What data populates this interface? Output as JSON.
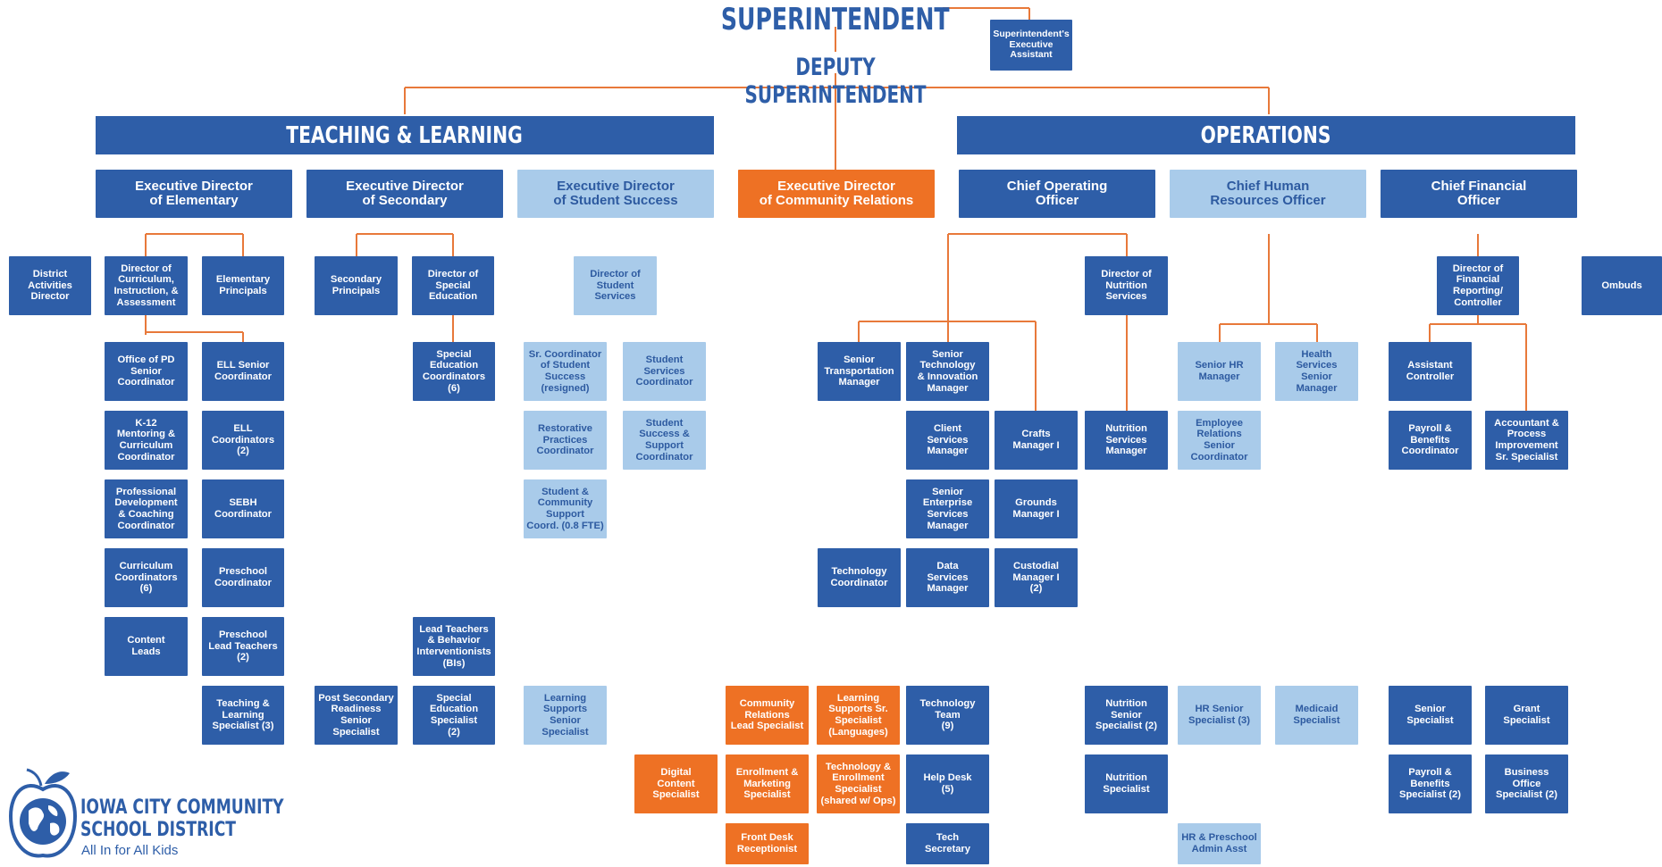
{
  "titles": {
    "superintendent": "SUPERINTENDENT",
    "deputy": "DEPUTY SUPERINTENDENT"
  },
  "divisions": {
    "teaching": "TEACHING & LEARNING",
    "operations": "OPERATIONS"
  },
  "logo": {
    "line1": "IOWA CITY COMMUNITY",
    "line2": "SCHOOL DISTRICT",
    "tagline": "All In for All Kids"
  },
  "colors": {
    "dark_blue": "#2e5ea8",
    "light_blue": "#a9cbea",
    "orange": "#ee7124",
    "connector": "#e8793a"
  },
  "boxes": [
    {
      "id": "exec-assistant",
      "label": "Superintendent's\nExecutive\nAssistant",
      "color": "dark"
    },
    {
      "id": "ed-elementary",
      "label": "Executive Director\nof Elementary",
      "color": "dark",
      "size": "lvl2"
    },
    {
      "id": "ed-secondary",
      "label": "Executive Director\nof Secondary",
      "color": "dark",
      "size": "lvl2"
    },
    {
      "id": "ed-student-success",
      "label": "Executive Director\nof Student Success",
      "color": "light",
      "size": "lvl2"
    },
    {
      "id": "ed-community",
      "label": "Executive Director\nof Community Relations",
      "color": "orange",
      "size": "lvl2"
    },
    {
      "id": "coo",
      "label": "Chief Operating\nOfficer",
      "color": "dark",
      "size": "lvl2"
    },
    {
      "id": "chro",
      "label": "Chief Human\nResources Officer",
      "color": "light",
      "size": "lvl2"
    },
    {
      "id": "cfo",
      "label": "Chief Financial\nOfficer",
      "color": "dark",
      "size": "lvl2"
    },
    {
      "id": "district-activities",
      "label": "District\nActivities\nDirector",
      "color": "dark"
    },
    {
      "id": "dir-cia",
      "label": "Director of\nCurriculum,\nInstruction, &\nAssessment",
      "color": "dark"
    },
    {
      "id": "elem-principals",
      "label": "Elementary\nPrincipals",
      "color": "dark"
    },
    {
      "id": "sec-principals",
      "label": "Secondary\nPrincipals",
      "color": "dark"
    },
    {
      "id": "dir-sped",
      "label": "Director of\nSpecial\nEducation",
      "color": "dark"
    },
    {
      "id": "dir-student-services",
      "label": "Director of\nStudent\nServices",
      "color": "light"
    },
    {
      "id": "dir-nutrition",
      "label": "Director of\nNutrition\nServices",
      "color": "dark"
    },
    {
      "id": "dir-fin-reporting",
      "label": "Director of\nFinancial\nReporting/\nController",
      "color": "dark"
    },
    {
      "id": "ombuds",
      "label": "Ombuds",
      "color": "dark"
    },
    {
      "id": "pd-senior-coord",
      "label": "Office of PD\nSenior\nCoordinator",
      "color": "dark"
    },
    {
      "id": "ell-senior-coord",
      "label": "ELL Senior\nCoordinator",
      "color": "dark"
    },
    {
      "id": "k12-mentoring",
      "label": "K-12\nMentoring &\nCurriculum\nCoordinator",
      "color": "dark"
    },
    {
      "id": "ell-coords",
      "label": "ELL\nCoordinators\n(2)",
      "color": "dark"
    },
    {
      "id": "pd-coaching",
      "label": "Professional\nDevelopment\n& Coaching\nCoordinator",
      "color": "dark"
    },
    {
      "id": "sebh-coord",
      "label": "SEBH\nCoordinator",
      "color": "dark"
    },
    {
      "id": "curriculum-coords",
      "label": "Curriculum\nCoordinators\n(6)",
      "color": "dark"
    },
    {
      "id": "preschool-coord",
      "label": "Preschool\nCoordinator",
      "color": "dark"
    },
    {
      "id": "content-leads",
      "label": "Content\nLeads",
      "color": "dark"
    },
    {
      "id": "preschool-lead-teachers",
      "label": "Preschool\nLead Teachers\n(2)",
      "color": "dark"
    },
    {
      "id": "tl-specialist",
      "label": "Teaching &\nLearning\nSpecialist (3)",
      "color": "dark"
    },
    {
      "id": "psr-specialist",
      "label": "Post Secondary\nReadiness\nSenior\nSpecialist",
      "color": "dark"
    },
    {
      "id": "sped-coords",
      "label": "Special\nEducation\nCoordinators\n(6)",
      "color": "dark"
    },
    {
      "id": "lead-teachers-bis",
      "label": "Lead Teachers\n& Behavior\nInterventionists\n(BIs)",
      "color": "dark"
    },
    {
      "id": "sped-specialist",
      "label": "Special\nEducation\nSpecialist\n(2)",
      "color": "dark"
    },
    {
      "id": "sr-coord-student-success",
      "label": "Sr. Coordinator\nof Student\nSuccess\n(resigned)",
      "color": "light"
    },
    {
      "id": "student-services-coord",
      "label": "Student\nServices\nCoordinator",
      "color": "light"
    },
    {
      "id": "restorative-coord",
      "label": "Restorative\nPractices\nCoordinator",
      "color": "light"
    },
    {
      "id": "student-success-support",
      "label": "Student\nSuccess &\nSupport\nCoordinator",
      "color": "light"
    },
    {
      "id": "student-community-support",
      "label": "Student &\nCommunity\nSupport\nCoord. (0.8 FTE)",
      "color": "light"
    },
    {
      "id": "learning-supports-specialist",
      "label": "Learning\nSupports\nSenior\nSpecialist",
      "color": "light"
    },
    {
      "id": "digital-content",
      "label": "Digital\nContent\nSpecialist",
      "color": "orange"
    },
    {
      "id": "cr-lead-specialist",
      "label": "Community\nRelations\nLead Specialist",
      "color": "orange"
    },
    {
      "id": "learning-supports-languages",
      "label": "Learning\nSupports Sr.\nSpecialist\n(Languages)",
      "color": "orange"
    },
    {
      "id": "enrollment-marketing",
      "label": "Enrollment &\nMarketing\nSpecialist",
      "color": "orange"
    },
    {
      "id": "tech-enrollment",
      "label": "Technology &\nEnrollment\nSpecialist\n(shared w/ Ops)",
      "color": "orange"
    },
    {
      "id": "front-desk",
      "label": "Front Desk\nReceptionist",
      "color": "orange"
    },
    {
      "id": "senior-transportation",
      "label": "Senior\nTransportation\nManager",
      "color": "dark"
    },
    {
      "id": "senior-tech-innovation",
      "label": "Senior\nTechnology\n& Innovation\nManager",
      "color": "dark"
    },
    {
      "id": "client-services",
      "label": "Client\nServices\nManager",
      "color": "dark"
    },
    {
      "id": "crafts-manager",
      "label": "Crafts\nManager I",
      "color": "dark"
    },
    {
      "id": "senior-enterprise",
      "label": "Senior\nEnterprise\nServices\nManager",
      "color": "dark"
    },
    {
      "id": "grounds-manager",
      "label": "Grounds\nManager I",
      "color": "dark"
    },
    {
      "id": "tech-coordinator",
      "label": "Technology\nCoordinator",
      "color": "dark"
    },
    {
      "id": "data-services",
      "label": "Data\nServices\nManager",
      "color": "dark"
    },
    {
      "id": "custodial-manager",
      "label": "Custodial\nManager I\n(2)",
      "color": "dark"
    },
    {
      "id": "tech-team",
      "label": "Technology\nTeam\n(9)",
      "color": "dark"
    },
    {
      "id": "help-desk",
      "label": "Help Desk\n(5)",
      "color": "dark"
    },
    {
      "id": "tech-secretary",
      "label": "Tech\nSecretary",
      "color": "dark"
    },
    {
      "id": "nutrition-manager",
      "label": "Nutrition\nServices\nManager",
      "color": "dark"
    },
    {
      "id": "nutrition-senior-specialist",
      "label": "Nutrition\nSenior\nSpecialist (2)",
      "color": "dark"
    },
    {
      "id": "nutrition-specialist",
      "label": "Nutrition\nSpecialist",
      "color": "dark"
    },
    {
      "id": "senior-hr-manager",
      "label": "Senior HR\nManager",
      "color": "light"
    },
    {
      "id": "health-services",
      "label": "Health\nServices\nSenior\nManager",
      "color": "light"
    },
    {
      "id": "employee-relations",
      "label": "Employee\nRelations\nSenior\nCoordinator",
      "color": "light"
    },
    {
      "id": "hr-senior-specialist",
      "label": "HR Senior\nSpecialist (3)",
      "color": "light"
    },
    {
      "id": "medicaid-specialist",
      "label": "Medicaid\nSpecialist",
      "color": "light"
    },
    {
      "id": "hr-preschool-admin",
      "label": "HR & Preschool\nAdmin Asst",
      "color": "light"
    },
    {
      "id": "assistant-controller",
      "label": "Assistant\nController",
      "color": "dark"
    },
    {
      "id": "payroll-coord",
      "label": "Payroll &\nBenefits\nCoordinator",
      "color": "dark"
    },
    {
      "id": "accountant",
      "label": "Accountant &\nProcess\nImprovement\nSr. Specialist",
      "color": "dark"
    },
    {
      "id": "senior-specialist",
      "label": "Senior\nSpecialist",
      "color": "dark"
    },
    {
      "id": "grant-specialist",
      "label": "Grant\nSpecialist",
      "color": "dark"
    },
    {
      "id": "payroll-specialist",
      "label": "Payroll &\nBenefits\nSpecialist (2)",
      "color": "dark"
    },
    {
      "id": "business-office",
      "label": "Business\nOffice\nSpecialist (2)",
      "color": "dark"
    }
  ]
}
